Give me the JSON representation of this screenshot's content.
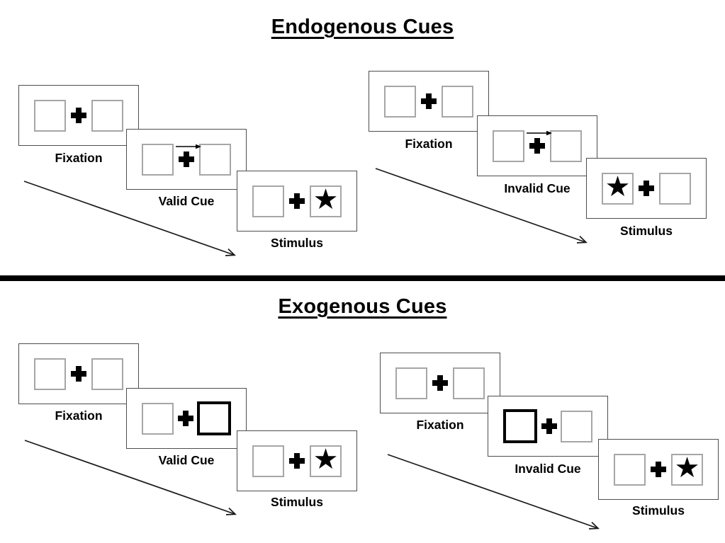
{
  "titles": {
    "endogenous": "Endogenous Cues",
    "exogenous": "Exogenous Cues"
  },
  "labels": {
    "fixation": "Fixation",
    "valid_cue": "Valid Cue",
    "invalid_cue": "Invalid Cue",
    "stimulus": "Stimulus"
  },
  "glyphs": {
    "star": "★"
  },
  "colors": {
    "ink": "#000000",
    "panel_border": "#4d4d4d",
    "square_border": "#a6a6a6",
    "background": "#ffffff"
  }
}
